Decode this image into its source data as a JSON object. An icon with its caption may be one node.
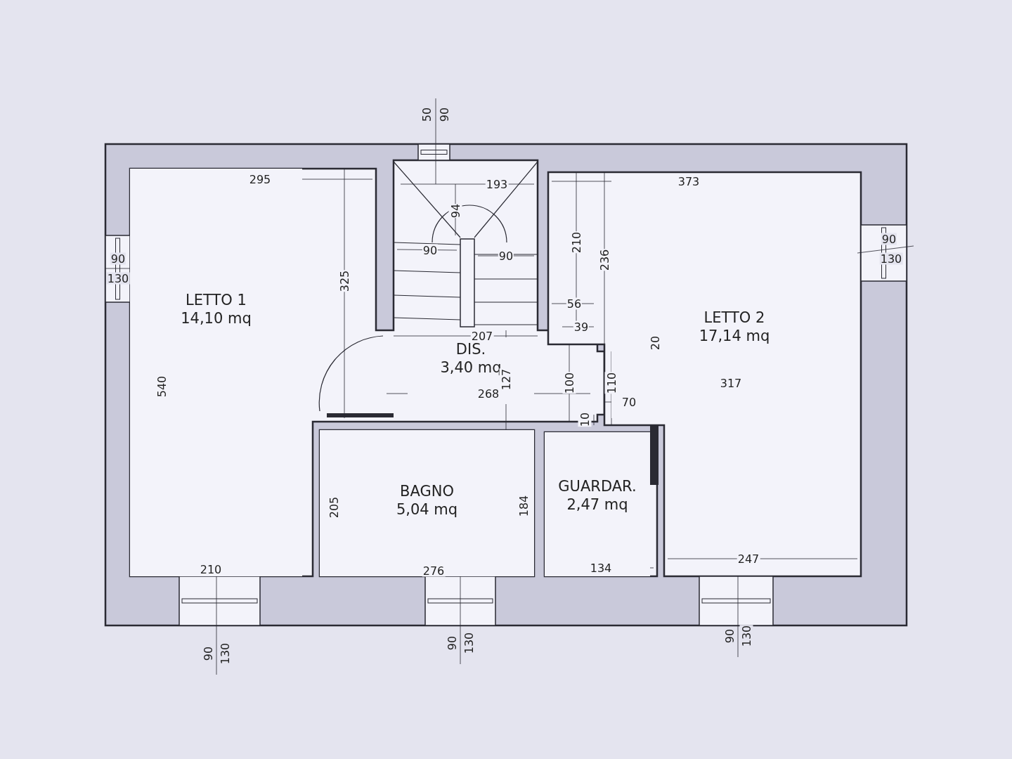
{
  "diagram": {
    "nodes": [
      {
        "text": [
          "LETTO 1",
          "14,10 mq"
        ]
      },
      {
        "text": [
          "DIS.",
          "3,40 mq"
        ]
      },
      {
        "text": [
          "LETTO 2",
          "17,14 mq"
        ]
      },
      {
        "text": [
          "BAGNO",
          "5,04 mq"
        ]
      },
      {
        "text": [
          "GUARDAR.",
          "2,47 mq"
        ]
      }
    ],
    "labels": [
      "50",
      "90",
      "295",
      "193",
      "373",
      "94",
      "210",
      "236",
      "90",
      "130",
      "90",
      "90",
      "90",
      "130",
      "325",
      "56",
      "39",
      "207",
      "20",
      "540",
      "127",
      "100",
      "110",
      "268",
      "317",
      "70",
      "10",
      "205",
      "184",
      "134",
      "247",
      "210",
      "276",
      "90",
      "130",
      "90",
      "130",
      "90",
      "130"
    ]
  }
}
